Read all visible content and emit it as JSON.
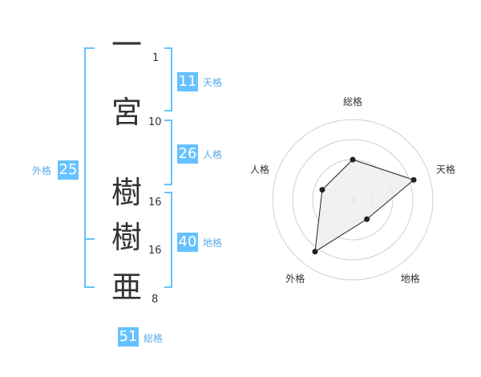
{
  "name": {
    "chars": [
      "一",
      "宮",
      "樹",
      "樹",
      "亜"
    ],
    "strokes": [
      "1",
      "10",
      "16",
      "16",
      "8"
    ]
  },
  "fortune": {
    "tenkaku": {
      "value": "11",
      "label": "天格"
    },
    "jinkaku": {
      "value": "26",
      "label": "人格"
    },
    "chikaku": {
      "value": "40",
      "label": "地格"
    },
    "gaikaku": {
      "value": "25",
      "label": "外格"
    },
    "soukaku": {
      "value": "51",
      "label": "総格"
    }
  },
  "colors": {
    "accent": "#66c2ff",
    "bracket": "#66c2ff",
    "radar_fill": "#eeeeee",
    "radar_line": "#222222"
  },
  "chart_data": {
    "type": "radar",
    "categories": [
      "総格",
      "天格",
      "地格",
      "外格",
      "人格"
    ],
    "values": [
      2.5,
      4,
      1.5,
      4,
      2
    ],
    "rmax": 5,
    "rings": 4,
    "grid": true
  }
}
